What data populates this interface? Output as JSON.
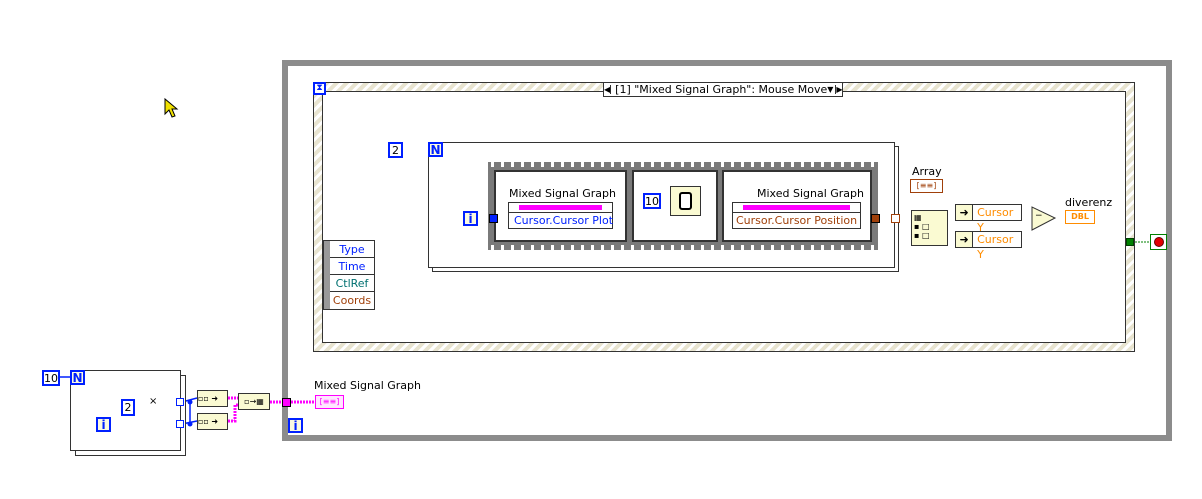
{
  "event_structure": {
    "case_selector": "[1] \"Mixed Signal Graph\": Mouse Move",
    "event_data": [
      "Type",
      "Time",
      "CtlRef",
      "Coords"
    ]
  },
  "inner_loop": {
    "count": "2",
    "n_label": "N",
    "i_label": "i"
  },
  "sequence": {
    "frame1": {
      "node_label": "Mixed Signal Graph",
      "property": "Cursor.Cursor Plot"
    },
    "frame2": {
      "wait_ms": "10"
    },
    "frame3": {
      "node_label": "Mixed Signal Graph",
      "property": "Cursor.Cursor Position"
    }
  },
  "array_indicator": {
    "label": "Array",
    "type": "[≡≡]"
  },
  "unbundle": [
    "Cursor Y",
    "Cursor Y"
  ],
  "subtract_symbol": "−",
  "result_indicator": {
    "label": "diverenz",
    "type": "DBL"
  },
  "while_loop": {
    "i_label": "i"
  },
  "outer_loop": {
    "count": "10",
    "n_label": "N",
    "i_label": "i",
    "multiplier": "2",
    "multiply_symbol": "×"
  },
  "graph_terminal": {
    "label": "Mixed Signal Graph",
    "type": "[≡≡]"
  },
  "colors": {
    "wire_int": "#0020ff",
    "wire_cluster": "#a0400a",
    "wire_dbl": "#ff8c00",
    "wire_mixed": "#ff00ff",
    "wire_bool": "#008000"
  }
}
